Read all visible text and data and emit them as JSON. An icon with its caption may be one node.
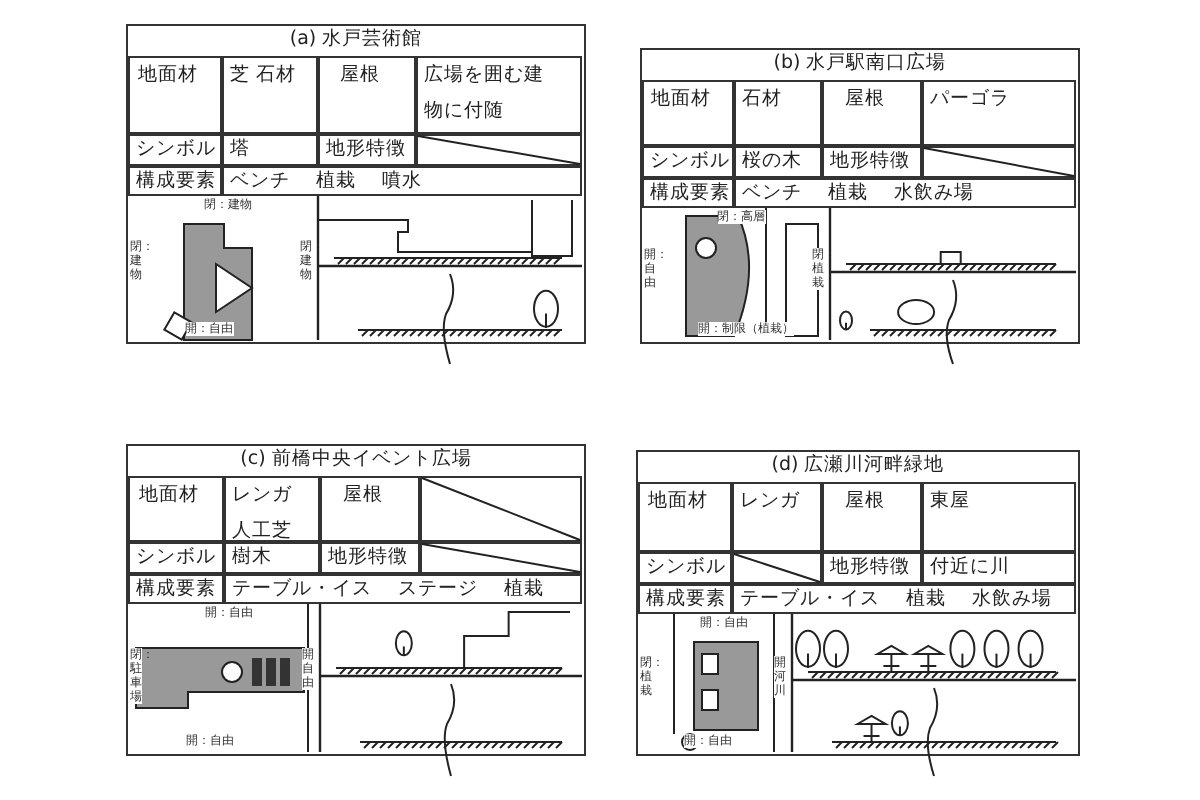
{
  "diagram": {
    "nodes": [
      {
        "text": [
          "(a) 水戸芸術館"
        ]
      },
      {
        "text": [
          "地面材"
        ],
        "in": 0
      },
      {
        "text": [
          "芝 石材"
        ],
        "in": 0
      },
      {
        "text": [
          "屋根"
        ],
        "in": 0
      },
      {
        "text": [
          "広場を囲む建物に付随"
        ],
        "in": 0
      },
      {
        "text": [
          "シンボル"
        ],
        "in": 0
      },
      {
        "text": [
          "塔"
        ],
        "in": 0
      },
      {
        "text": [
          "地形特徴"
        ],
        "in": 0
      },
      {
        "text": [],
        "shape": "box",
        "in": 0
      },
      {
        "text": [
          "構成要素"
        ],
        "in": 0
      },
      {
        "text": [
          "ベンチ 植栽 噴水"
        ],
        "in": 0
      },
      {
        "text": [
          "閉：建物"
        ],
        "in": 0
      },
      {
        "text": [
          "閉：建物"
        ],
        "in": 0
      },
      {
        "text": [
          "閉：建物"
        ],
        "in": 0
      },
      {
        "text": [
          "開：自由"
        ],
        "in": 0
      },
      {
        "text": [
          "(b) 水戸駅南口広場"
        ]
      },
      {
        "text": [
          "地面材"
        ],
        "in": 15
      },
      {
        "text": [
          "石材"
        ],
        "in": 15
      },
      {
        "text": [
          "屋根"
        ],
        "in": 15
      },
      {
        "text": [
          "パーゴラ"
        ],
        "in": 15
      },
      {
        "text": [
          "シンボル"
        ],
        "in": 15
      },
      {
        "text": [
          "桜の木"
        ],
        "in": 15
      },
      {
        "text": [
          "地形特徴"
        ],
        "in": 15
      },
      {
        "text": [],
        "shape": "box",
        "in": 15
      },
      {
        "text": [
          "構成要素"
        ],
        "in": 15
      },
      {
        "text": [
          "ベンチ 植栽 水飲み場"
        ],
        "in": 15
      },
      {
        "text": [
          "閉：高層"
        ],
        "in": 15
      },
      {
        "text": [
          "開：自由"
        ],
        "in": 15
      },
      {
        "text": [
          "閉：植栽"
        ],
        "in": 15
      },
      {
        "text": [
          "開：制限（植栽）"
        ],
        "in": 15
      },
      {
        "text": [
          "(c) 前橋中央イベント広場"
        ]
      },
      {
        "text": [
          "地面材"
        ],
        "in": 30
      },
      {
        "text": [
          "レンガ",
          "人工芝"
        ],
        "in": 30
      },
      {
        "text": [
          "屋根"
        ],
        "in": 30
      },
      {
        "text": [],
        "shape": "box",
        "in": 30
      },
      {
        "text": [
          "シンボル"
        ],
        "in": 30
      },
      {
        "text": [
          "樹木"
        ],
        "in": 30
      },
      {
        "text": [
          "地形特徴"
        ],
        "in": 30
      },
      {
        "text": [],
        "shape": "box",
        "in": 30
      },
      {
        "text": [
          "構成要素"
        ],
        "in": 30
      },
      {
        "text": [
          "テーブル・イス ステージ 植栽"
        ],
        "in": 30
      },
      {
        "text": [
          "開：自由"
        ],
        "in": 30
      },
      {
        "text": [
          "閉：駐車場"
        ],
        "in": 30
      },
      {
        "text": [
          "開：自由"
        ],
        "in": 30
      },
      {
        "text": [
          "開：自由"
        ],
        "in": 30
      },
      {
        "text": [
          "(d) 広瀬川河畔緑地"
        ]
      },
      {
        "text": [
          "地面材"
        ],
        "in": 45
      },
      {
        "text": [
          "レンガ"
        ],
        "in": 45
      },
      {
        "text": [
          "屋根"
        ],
        "in": 45
      },
      {
        "text": [
          "東屋"
        ],
        "in": 45
      },
      {
        "text": [
          "シンボル"
        ],
        "in": 45
      },
      {
        "text": [],
        "shape": "box",
        "in": 45
      },
      {
        "text": [
          "地形特徴"
        ],
        "in": 45
      },
      {
        "text": [
          "付近に川"
        ],
        "in": 45
      },
      {
        "text": [
          "構成要素"
        ],
        "in": 45
      },
      {
        "text": [
          "テーブル・イス 植栽 水飲み場"
        ],
        "in": 45
      },
      {
        "text": [
          "開：自由"
        ],
        "in": 45
      },
      {
        "text": [
          "閉：植栽"
        ],
        "in": 45
      },
      {
        "text": [
          "開：河川"
        ],
        "in": 45
      },
      {
        "text": [
          "開：自由"
        ],
        "in": 45
      }
    ]
  }
}
